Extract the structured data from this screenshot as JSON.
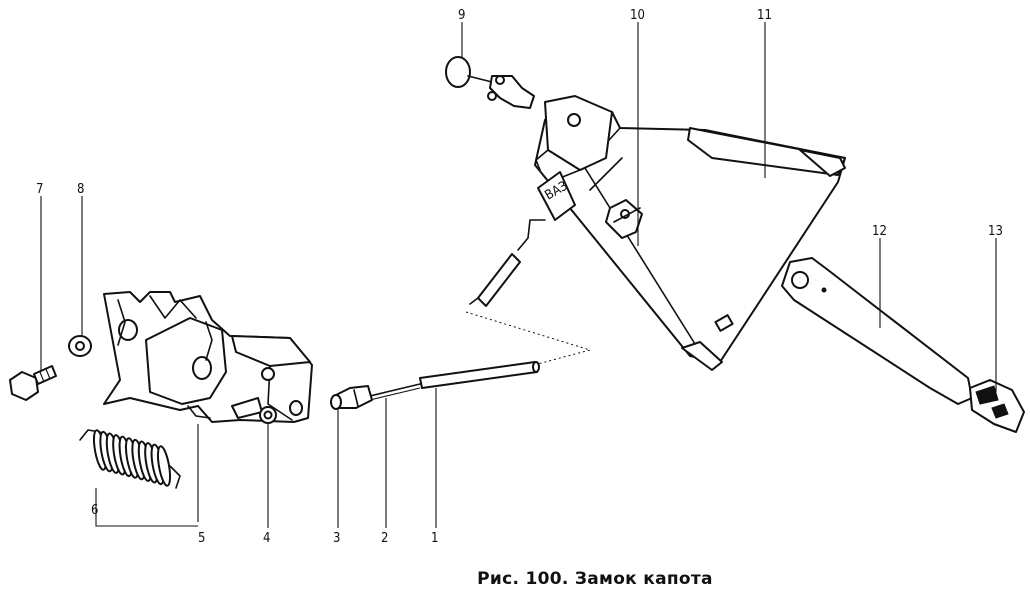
{
  "caption": "Рис. 100. Замок капота",
  "callouts": [
    "1",
    "2",
    "3",
    "4",
    "5",
    "6",
    "7",
    "8",
    "9",
    "10",
    "11",
    "12",
    "13"
  ]
}
